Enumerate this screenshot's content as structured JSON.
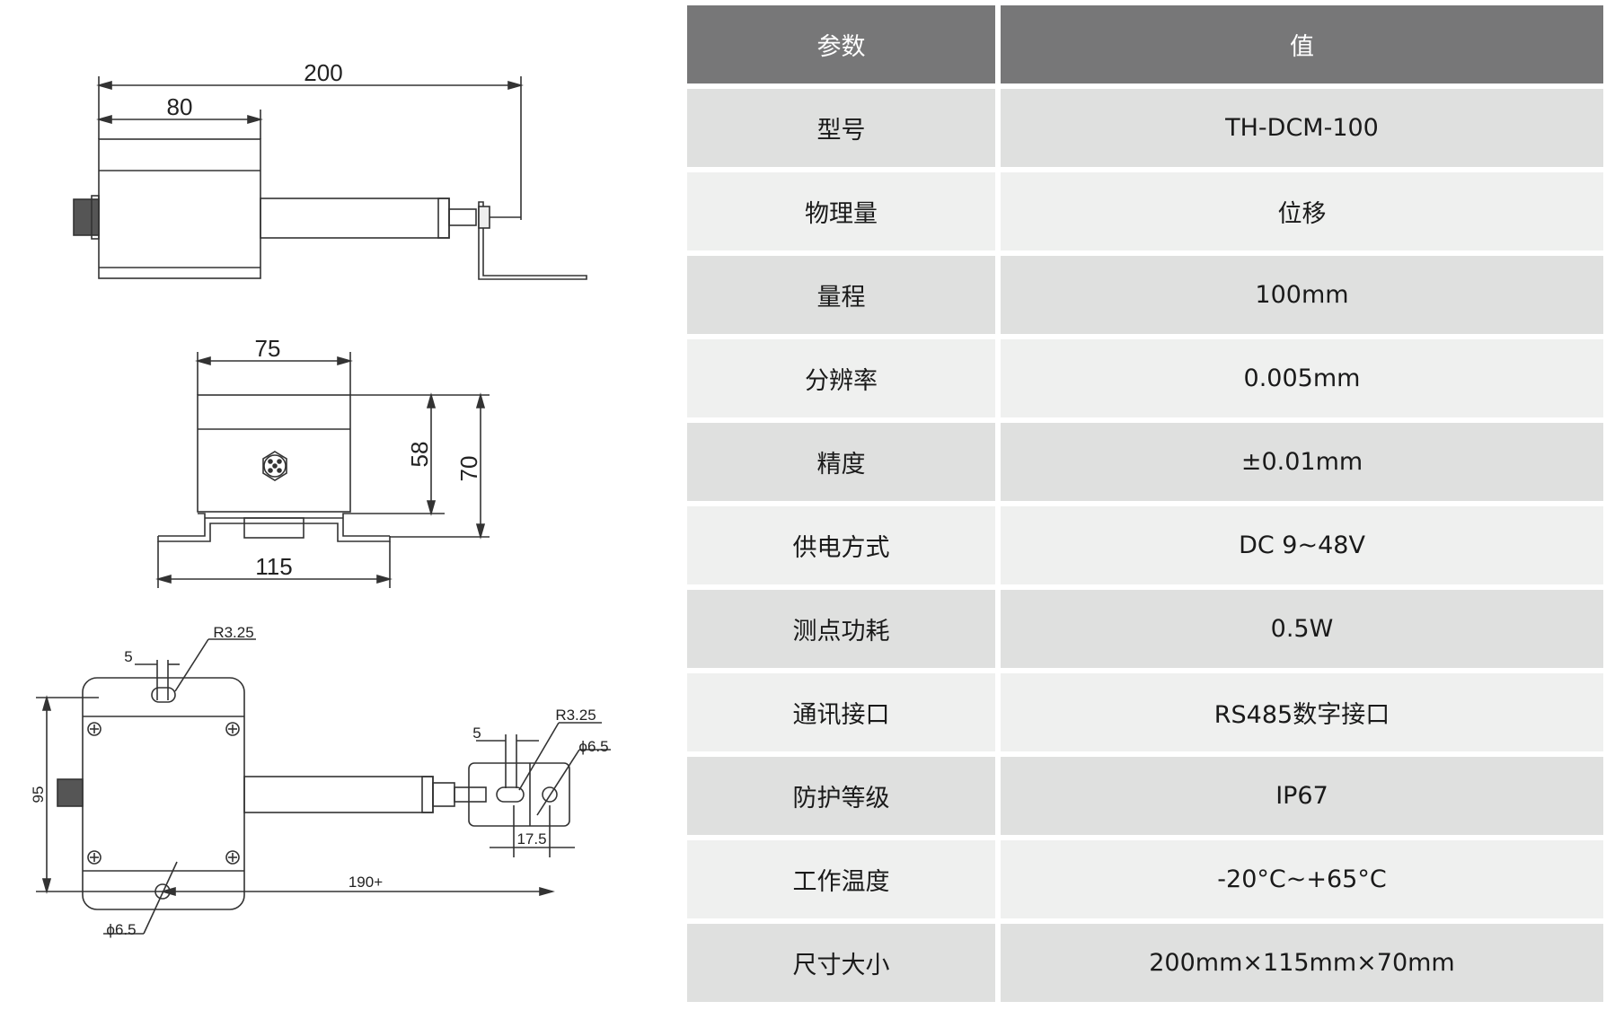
{
  "drawings": {
    "side_view": {
      "dim_total": "200",
      "dim_body": "80"
    },
    "front_view": {
      "dim_width": "75",
      "dim_height_body": "58",
      "dim_height_total": "70",
      "dim_base": "115"
    },
    "top_view": {
      "dim_slot_width_left": "5",
      "dim_slot_radius_left": "R3.25",
      "dim_height": "95",
      "dim_hole_left": "ϕ6.5",
      "dim_length": "190+",
      "dim_slot_width_right": "5",
      "dim_slot_radius_right": "R3.25",
      "dim_hole_right": "ϕ6.5",
      "dim_bracket": "17.5"
    }
  },
  "spec_table": {
    "header": {
      "param": "参数",
      "value": "值"
    },
    "rows": [
      {
        "param": "型号",
        "value": "TH-DCM-100"
      },
      {
        "param": "物理量",
        "value": "位移"
      },
      {
        "param": "量程",
        "value": "100mm"
      },
      {
        "param": "分辨率",
        "value": "0.005mm"
      },
      {
        "param": "精度",
        "value": "±0.01mm"
      },
      {
        "param": "供电方式",
        "value": "DC 9~48V"
      },
      {
        "param": "测点功耗",
        "value": "0.5W"
      },
      {
        "param": "通讯接口",
        "value": "RS485数字接口"
      },
      {
        "param": "防护等级",
        "value": "IP67"
      },
      {
        "param": "工作温度",
        "value": "-20°C~+65°C"
      },
      {
        "param": "尺寸大小",
        "value": "200mm×115mm×70mm"
      }
    ]
  }
}
